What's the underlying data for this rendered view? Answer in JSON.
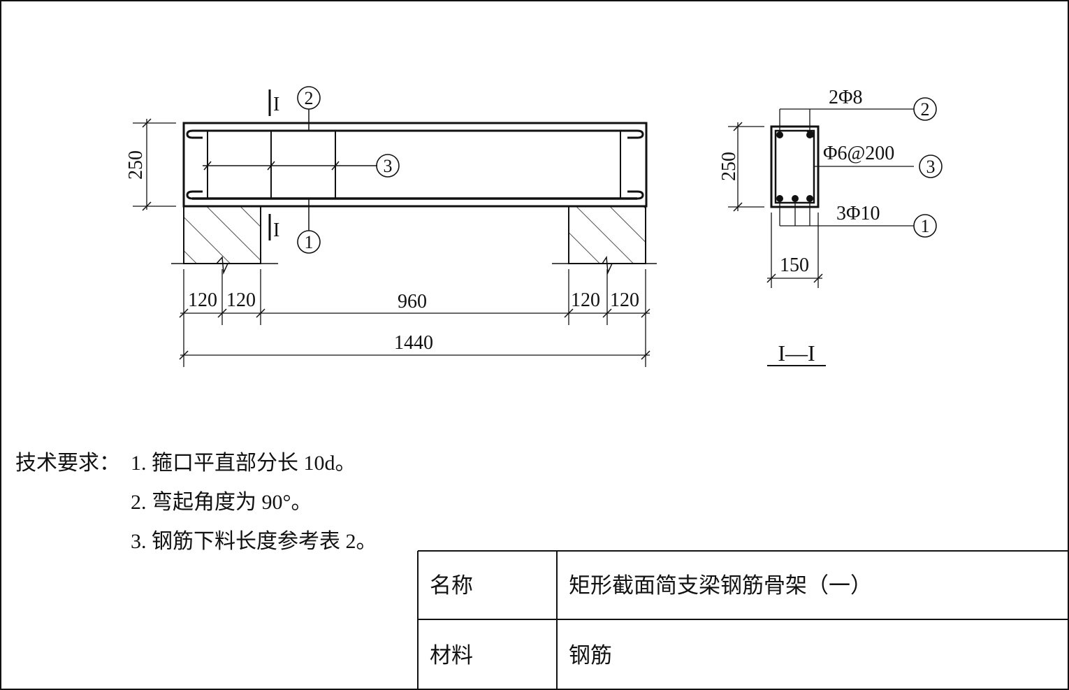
{
  "section_marks": {
    "cut_top": "I",
    "cut_bottom": "I",
    "section_title": "I—I"
  },
  "elevation": {
    "callouts": [
      "2",
      "3",
      "1"
    ],
    "dims": {
      "height": "250",
      "seg1": "120",
      "seg2": "120",
      "span": "960",
      "seg3": "120",
      "seg4": "120",
      "total": "1440"
    }
  },
  "section": {
    "top_bars": "2Φ8",
    "stirrup": "Φ6@200",
    "bottom_bars": "3Φ10",
    "callouts": [
      "2",
      "3",
      "1"
    ],
    "height": "250",
    "width": "150"
  },
  "requirements": {
    "heading": "技术要求：",
    "items": [
      "1.  箍口平直部分长 10d。",
      "2.  弯起角度为 90°。",
      "3.  钢筋下料长度参考表 2。"
    ]
  },
  "title_block": {
    "name_label": "名称",
    "name_value": "矩形截面简支梁钢筋骨架（一）",
    "material_label": "材料",
    "material_value": "钢筋"
  }
}
